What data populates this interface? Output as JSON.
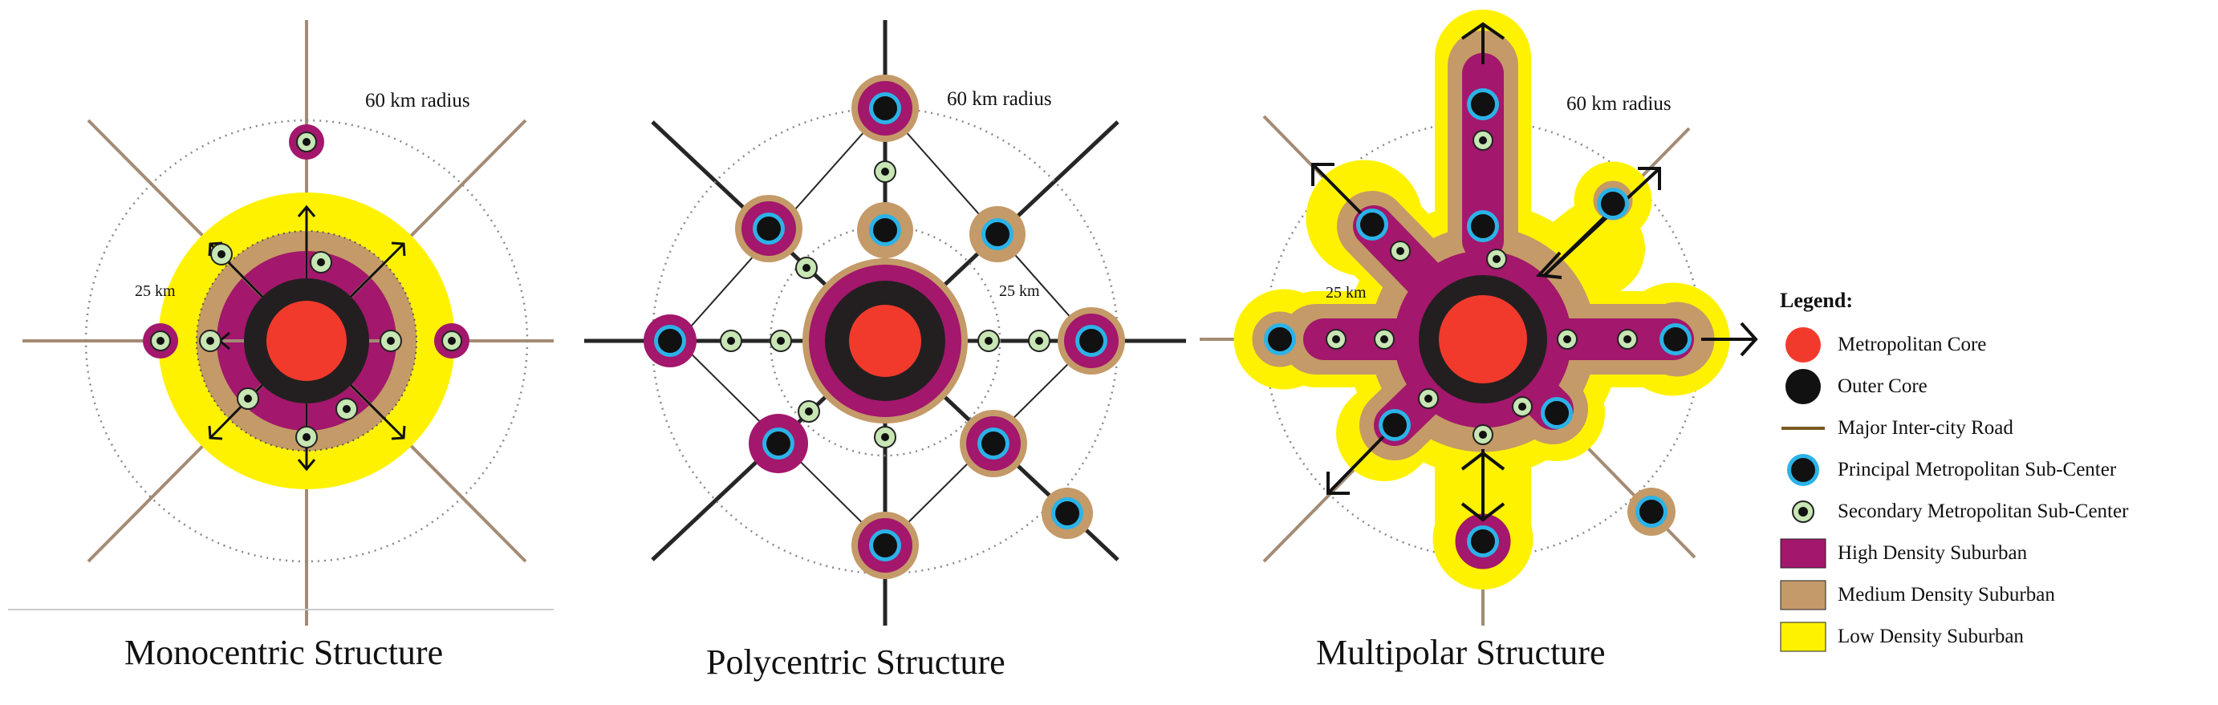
{
  "diagrams": {
    "monocentric": {
      "title": "Monocentric Structure",
      "outer_radius_label": "60 km radius",
      "inner_radius_label": "25 km"
    },
    "polycentric": {
      "title": "Polycentric Structure",
      "outer_radius_label": "60 km radius",
      "inner_radius_label": "25 km"
    },
    "multipolar": {
      "title": "Multipolar Structure",
      "outer_radius_label": "60 km radius",
      "inner_radius_label": "25 km"
    }
  },
  "legend": {
    "title": "Legend:",
    "items": [
      {
        "key": "metro-core",
        "label": "Metropolitan Core"
      },
      {
        "key": "outer-core",
        "label": "Outer Core"
      },
      {
        "key": "road",
        "label": "Major Inter-city Road"
      },
      {
        "key": "principal",
        "label": "Principal Metropolitan Sub-Center"
      },
      {
        "key": "secondary",
        "label": "Secondary Metropolitan Sub-Center"
      },
      {
        "key": "high",
        "label": "High Density Suburban"
      },
      {
        "key": "medium",
        "label": "Medium Density Suburban"
      },
      {
        "key": "low",
        "label": "Low Density Suburban"
      }
    ]
  },
  "colors": {
    "metro_core": "#f23a2c",
    "outer_core": "#231f20",
    "road": "#a48b74",
    "road_dark": "#262626",
    "principal_ring": "#2bb3e8",
    "secondary_fill": "#c7e6b4",
    "high_density": "#a3176c",
    "medium_density": "#c49a68",
    "low_density": "#fff200"
  }
}
